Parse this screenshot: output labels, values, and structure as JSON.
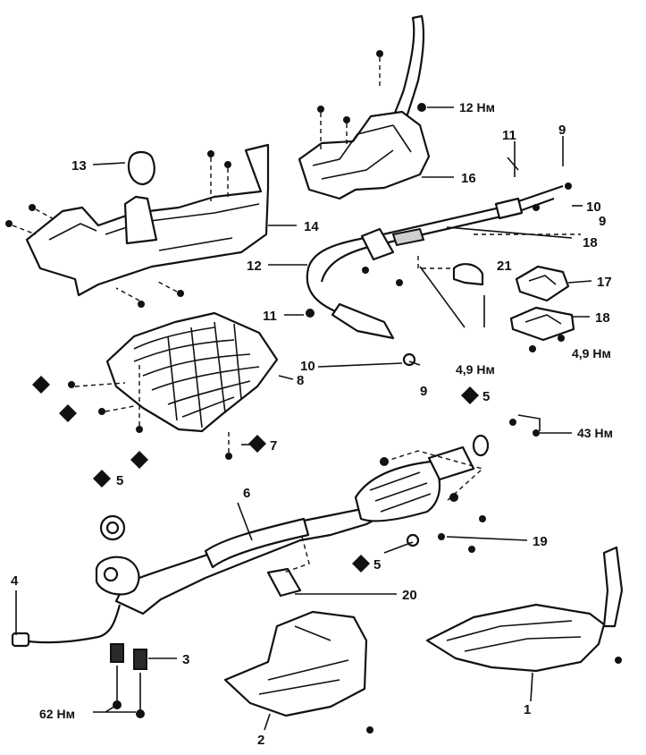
{
  "callouts": {
    "c1": "1",
    "c2": "2",
    "c3": "3",
    "c4": "4",
    "c5a": "5",
    "c5b": "5",
    "c5c": "5",
    "c6": "6",
    "c7": "7",
    "c8": "8",
    "c9a": "9",
    "c9b": "9",
    "c9c": "9",
    "c10a": "10",
    "c10b": "10",
    "c11a": "11",
    "c11b": "11",
    "c12": "12",
    "c13": "13",
    "c14": "14",
    "c16": "16",
    "c17": "17",
    "c18a": "18",
    "c18b": "18",
    "c19": "19",
    "c20": "20",
    "c21": "21"
  },
  "torques": {
    "t12": "12 Нм",
    "t49a": "4,9 Нм",
    "t49b": "4,9 Нм",
    "t43": "43 Нм",
    "t62": "62 Нм"
  }
}
